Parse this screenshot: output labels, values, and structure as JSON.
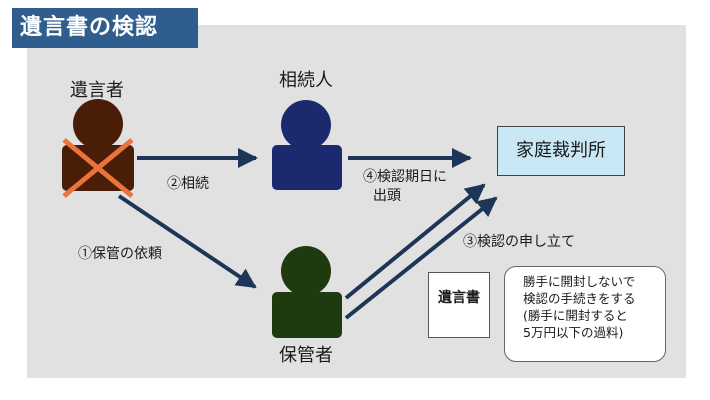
{
  "title": "遺言書の検認",
  "persons": {
    "testator": "遺言者",
    "heir": "相続人",
    "keeper": "保管者"
  },
  "court": "家庭裁判所",
  "arrows": {
    "inherit": "②相続",
    "appear_line1": "④検認期日に",
    "appear_line2": "出頭",
    "request": "①保管の依頼",
    "petition": "③検認の申し立て"
  },
  "will_document": "遺言書",
  "note": {
    "line1": "勝手に開封しないで",
    "line2": "検認の手続きをする",
    "line3": "(勝手に開封すると",
    "line4": "5万円以下の過料)"
  },
  "colors": {
    "testator": "#4a1d06",
    "heir": "#1b2a6e",
    "keeper": "#1f3a0f",
    "arrow": "#1d3557",
    "cross": "#e8743b",
    "court_fill": "#c9e7f5",
    "title_bg": "#2f5d8e"
  }
}
